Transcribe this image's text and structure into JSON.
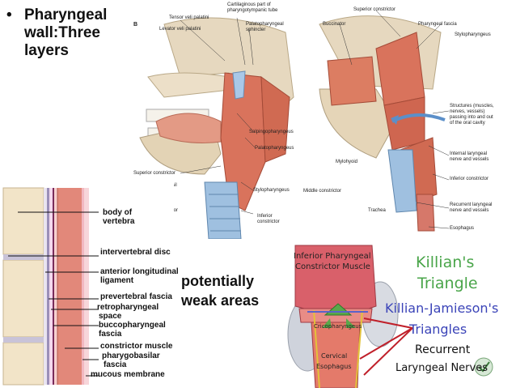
{
  "bullet": {
    "marker": "•",
    "lines": [
      "Pharyngeal",
      "wall:Three",
      "layers"
    ]
  },
  "panel_a": {
    "figure_letter": "B",
    "labels": {
      "tensor_veli": "Tensor veli palatini",
      "cartilaginous": "Cartilaginous part of",
      "pharyngotympanic": "pharyngotympanic tube",
      "levator": "Levator veli palatini",
      "palatopharyngeal_sph1": "Palatopharyngeal",
      "palatopharyngeal_sph2": "sphincter",
      "salpingo": "Salpingopharyngeus",
      "palatopharyngeus": "Palatopharyngeus",
      "superior_constrictor": "Superior constrictor",
      "stylopharyngeus": "Stylopharyngeus",
      "inferior1": "Inferior",
      "inferior2": "constrictor",
      "sil": "sil",
      "tor": "tor"
    }
  },
  "panel_b": {
    "labels": {
      "superior_constrictor": "Superior constrictor",
      "buccinator": "Buccinator",
      "pharyngeal_fascia": "Pharyngeal fascia",
      "stylopharyngeus": "Stylopharyngeus",
      "structures1": "Structures (muscles,",
      "structures2": "nerves, vessels)",
      "structures3": "passing into and out",
      "structures4": "of the oral cavity",
      "mylohyoid": "Mylohyoid",
      "internal_lar1": "Internal laryngeal",
      "internal_lar2": "nerve and vessels",
      "inferior_constrictor": "Inferior constrictor",
      "middle_constrictor": "Middle constrictor",
      "recurrent1": "Recurrent laryngeal",
      "recurrent2": "nerve and vessels",
      "trachea": "Trachea",
      "esophagus": "Esophagus"
    }
  },
  "spine": {
    "labels": {
      "body1": "body of",
      "body2": "vertebra",
      "disc": "intervertebral disc",
      "all1": "anterior longitudinal",
      "all2": "ligament",
      "prevertebral": "prevertebral fascia",
      "retro1": "retropharyngeal",
      "retro2": "space",
      "bucco1": "buccopharyngeal",
      "bucco2": "fascia",
      "constrictor": "constrictor muscle",
      "pharybas1": "pharygobasilar",
      "pharybas2": "fascia",
      "mucous": "mucous membrane"
    }
  },
  "weak": {
    "line1": "potentially",
    "line2": "weak areas"
  },
  "panel_c": {
    "labels": {
      "inferior1": "Inferior Pharyngeal",
      "inferior2": "Constrictor Muscle",
      "crico": "Cricopharyngeus",
      "cerv1": "Cervical",
      "cerv2": "Esophagus",
      "killian1": "Killian's",
      "killian2": "Triangle",
      "kj1": "Killian-Jamieson's",
      "kj2": "Triangles",
      "rec1": "Recurrent",
      "rec2": "Laryngeal Nerves"
    }
  },
  "colors": {
    "muscle": "#d9735c",
    "bone": "#e9dcc4",
    "killian_green": "#5aa84a",
    "arrow_red": "#c0202a"
  }
}
